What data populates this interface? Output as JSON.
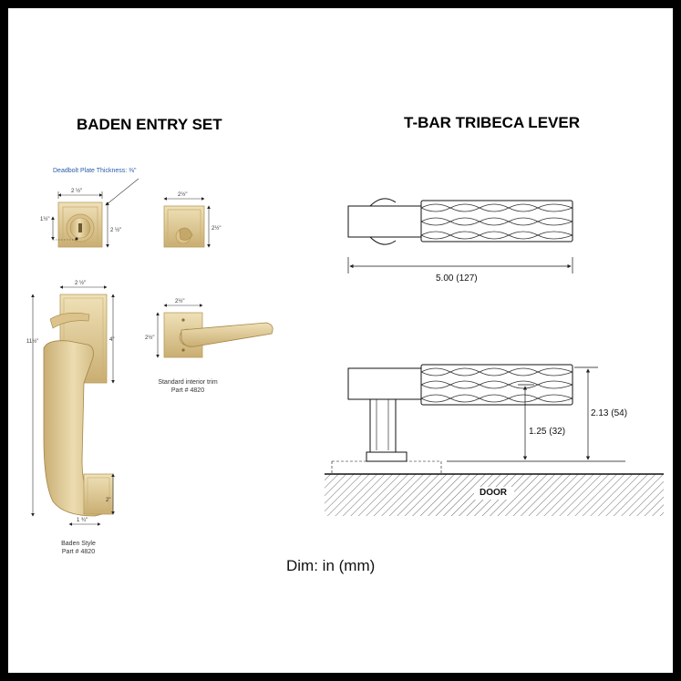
{
  "titles": {
    "left": "BADEN ENTRY SET",
    "right": "T-BAR TRIBECA LEVER"
  },
  "deadbolt": {
    "plate_note": "Deadbolt Plate Thickness: ⅜\"",
    "width": "2 ½\"",
    "height": "2 ½\"",
    "cylinder_offset": "1½\""
  },
  "thumbturn": {
    "width": "2½\"",
    "height": "2½\""
  },
  "handle": {
    "plate_width": "2 ½\"",
    "overall_height": "11½\"",
    "top_dim": "4\"",
    "bottom_dim": "2\"",
    "base_width": "1 ¾\"",
    "caption_line1": "Baden Style",
    "caption_line2": "Part # 4820"
  },
  "interior": {
    "width": "2½\"",
    "height": "2½\"",
    "caption_line1": "Standard interior trim",
    "caption_line2": "Part # 4820"
  },
  "lever": {
    "length_label": "5.00 (127)",
    "height_label": "2.13 (54)",
    "projection_label": "1.25 (32)",
    "door_label": "DOOR"
  },
  "units_note": "Dim: in (mm)",
  "colors": {
    "brass_light": "#e9d6a6",
    "brass": "#d6bd85",
    "brass_dark": "#b89c5e",
    "frame": "#000000"
  }
}
